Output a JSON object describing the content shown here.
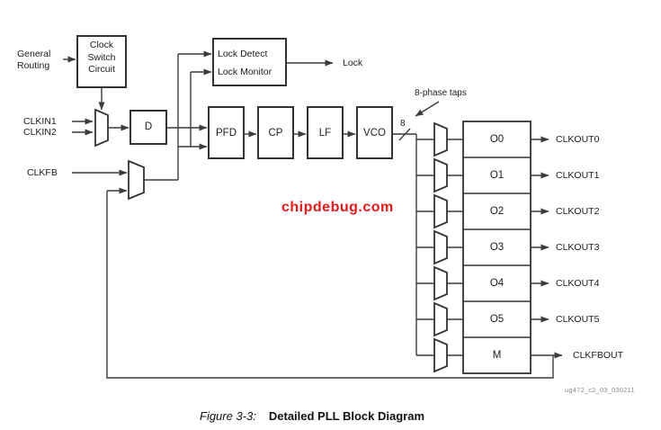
{
  "figure": {
    "caption_label": "Figure 3-3:",
    "caption_title": "Detailed PLL Block Diagram",
    "doc_ref": "ug472_c2_03_030211",
    "watermark": "chipdebug.com"
  },
  "ports": {
    "general_routing": [
      "General",
      "Routing"
    ],
    "clkin1": "CLKIN1",
    "clkin2": "CLKIN2",
    "clkfb": "CLKFB",
    "lock": "Lock",
    "clkfbout": "CLKFBOUT",
    "clkouts": [
      "CLKOUT0",
      "CLKOUT1",
      "CLKOUT2",
      "CLKOUT3",
      "CLKOUT4",
      "CLKOUT5"
    ]
  },
  "blocks": {
    "clock_switch": [
      "Clock",
      "Switch",
      "Circuit"
    ],
    "lock_block": [
      "Lock Detect",
      "Lock Monitor"
    ],
    "input_divider": "D",
    "pfd": "PFD",
    "cp": "CP",
    "lf": "LF",
    "vco": "VCO",
    "output_counters": [
      "O0",
      "O1",
      "O2",
      "O3",
      "O4",
      "O5"
    ],
    "feedback_counter": "M"
  },
  "annotations": {
    "bus_width": "8",
    "phase_taps": "8-phase taps"
  },
  "colors": {
    "line": "#3c3c3c",
    "text": "#1c1c1c",
    "watermark": "#e61919",
    "doc_ref_gray": "#8a8a8a"
  }
}
